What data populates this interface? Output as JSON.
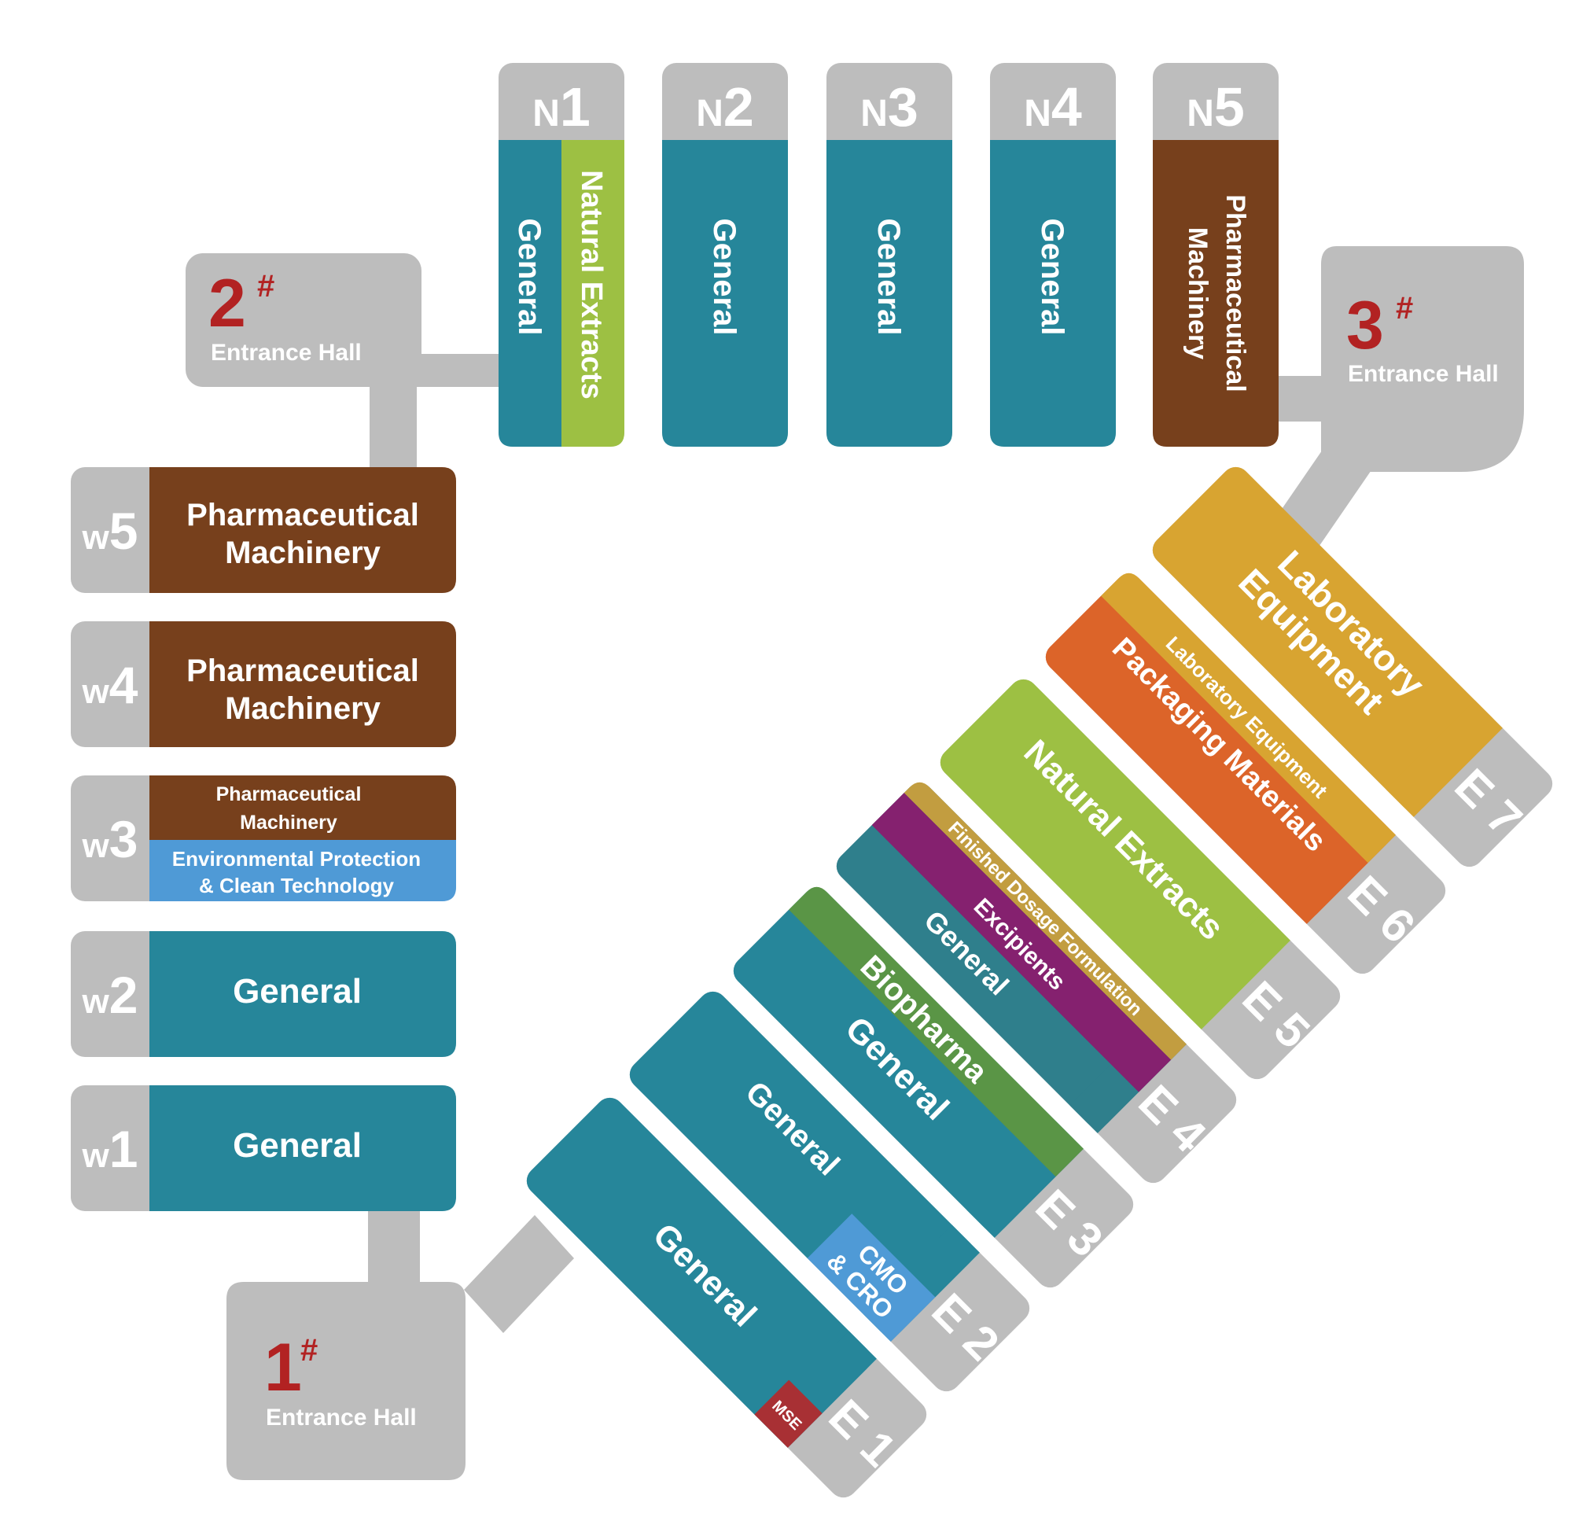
{
  "colors": {
    "grey": "#bdbdbd",
    "teal": "#26869a",
    "teal_dark": "#2f7f8c",
    "brown": "#77401c",
    "lime": "#9dc043",
    "blue": "#4f9ad6",
    "gold": "#d8a431",
    "orange": "#dc6429",
    "green": "#5a9546",
    "purple": "#85216f",
    "gold_dark": "#c29d40",
    "red": "#a83034",
    "entrance_number": "#b22222"
  },
  "entrances": {
    "e1": {
      "number": "1",
      "mark": "#",
      "label": "Entrance Hall"
    },
    "e2": {
      "number": "2",
      "mark": "#",
      "label": "Entrance Hall"
    },
    "e3": {
      "number": "3",
      "mark": "#",
      "label": "Entrance Hall"
    }
  },
  "north_halls": {
    "n1": {
      "letter": "N",
      "num": "1",
      "zones": [
        "General",
        "Natural Extracts"
      ]
    },
    "n2": {
      "letter": "N",
      "num": "2",
      "zones": [
        "General"
      ]
    },
    "n3": {
      "letter": "N",
      "num": "3",
      "zones": [
        "General"
      ]
    },
    "n4": {
      "letter": "N",
      "num": "4",
      "zones": [
        "General"
      ]
    },
    "n5": {
      "letter": "N",
      "num": "5",
      "zones": [
        "Pharmaceutical",
        "Machinery"
      ]
    }
  },
  "west_halls": {
    "w5": {
      "letter": "w",
      "num": "5",
      "lines": [
        "Pharmaceutical",
        "Machinery"
      ]
    },
    "w4": {
      "letter": "w",
      "num": "4",
      "lines": [
        "Pharmaceutical",
        "Machinery"
      ]
    },
    "w3": {
      "letter": "w",
      "num": "3",
      "top_lines": [
        "Pharmaceutical",
        "Machinery"
      ],
      "bottom_lines": [
        "Environmental Protection",
        "& Clean Technology"
      ]
    },
    "w2": {
      "letter": "w",
      "num": "2",
      "lines": [
        "General"
      ]
    },
    "w1": {
      "letter": "w",
      "num": "1",
      "lines": [
        "General"
      ]
    }
  },
  "east_halls": {
    "e1": {
      "code": "E 1",
      "zones": [
        "General",
        "MSE"
      ]
    },
    "e2": {
      "code": "E 2",
      "zones": [
        "General",
        "CMO",
        "& CRO"
      ]
    },
    "e3": {
      "code": "E 3",
      "zones": [
        "General",
        "Biopharma"
      ]
    },
    "e4": {
      "code": "E 4",
      "zones": [
        "General",
        "Excipients",
        "Finished Dosage Formulation"
      ]
    },
    "e5": {
      "code": "E 5",
      "zones": [
        "Natural Extracts"
      ]
    },
    "e6": {
      "code": "E 6",
      "zones": [
        "Packaging Materials",
        "Laboratory Equipment"
      ]
    },
    "e7": {
      "code": "E 7",
      "zones": [
        "Laboratory",
        "Equipment"
      ]
    }
  }
}
